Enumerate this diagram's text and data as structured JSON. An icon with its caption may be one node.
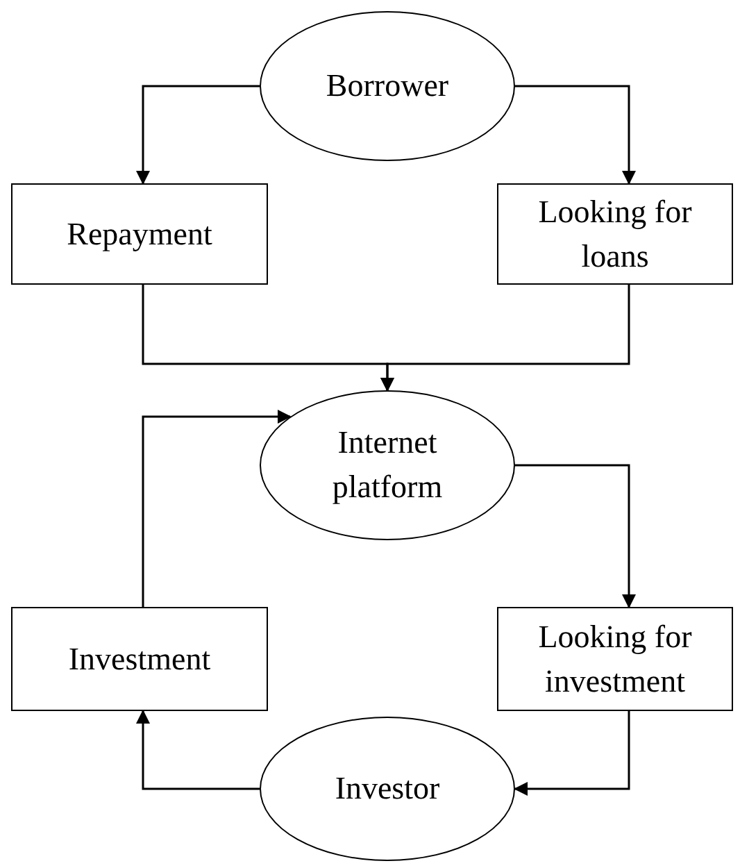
{
  "diagram": {
    "nodes": [
      {
        "text": [
          "Borrower"
        ]
      },
      {
        "text": [
          "Repayment"
        ]
      },
      {
        "text": [
          "Looking for loans"
        ]
      },
      {
        "text": [
          "Internet platform"
        ]
      },
      {
        "text": [
          "Investment"
        ]
      },
      {
        "text": [
          "Looking for investment"
        ]
      },
      {
        "text": [
          "Investor"
        ]
      }
    ],
    "edges": [
      {
        "from": 0,
        "to": 1,
        "arrow": "to"
      },
      {
        "from": 0,
        "to": 2,
        "arrow": "to"
      },
      {
        "from": 1,
        "to": 3,
        "arrow": "to"
      },
      {
        "from": 2,
        "to": 3,
        "arrow": "to"
      },
      {
        "from": 3,
        "to": 5,
        "arrow": "to"
      },
      {
        "from": 5,
        "to": 6,
        "arrow": "to"
      },
      {
        "from": 6,
        "to": 4,
        "arrow": "to"
      },
      {
        "from": 4,
        "to": 3,
        "arrow": "to"
      }
    ]
  }
}
